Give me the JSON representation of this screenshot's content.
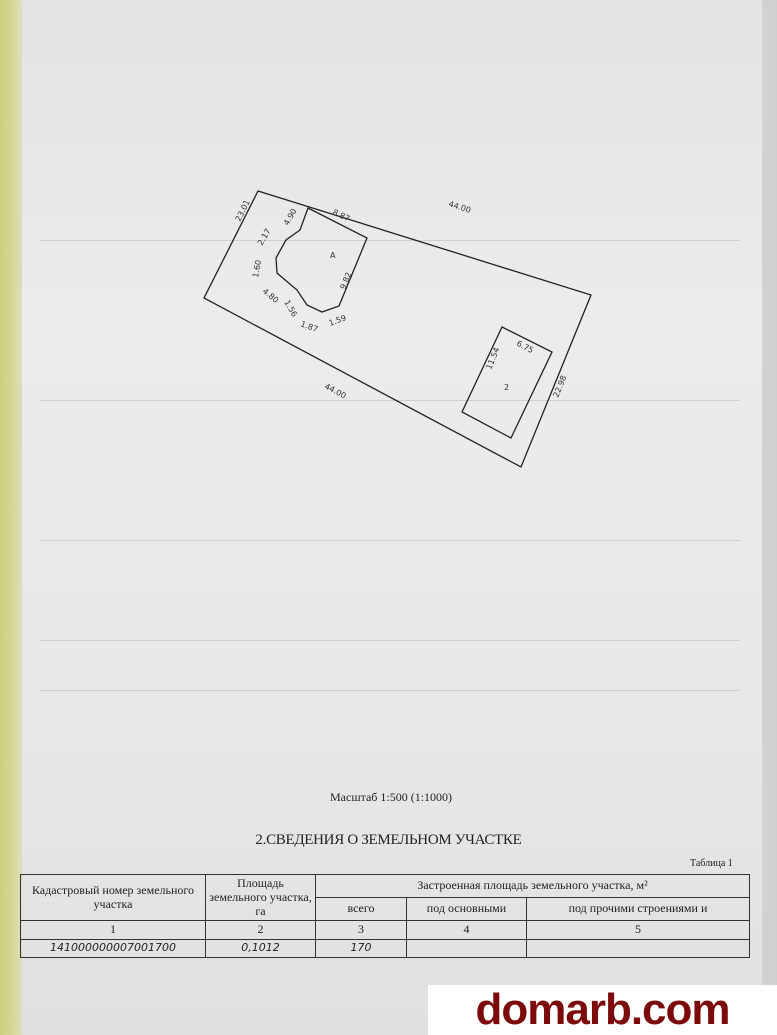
{
  "plan": {
    "labels": {
      "top_side": "44.00",
      "bottom_side": "44.00",
      "left_side": "23.01",
      "right_side": "22.98",
      "building_a": "А",
      "building_2": "2",
      "a_dims": [
        "8.87",
        "9.82",
        "4.90",
        "2.17",
        "1.60",
        "4.80",
        "1.56",
        "1.87",
        "1.59"
      ],
      "b_dims": [
        "6.75",
        "11.54"
      ]
    }
  },
  "scale": "Масштаб 1:500 (1:1000)",
  "section_title": "2.СВЕДЕНИЯ О ЗЕМЕЛЬНОМ УЧАСТКЕ",
  "table": {
    "caption": "Таблица 1",
    "headers": {
      "cadastral": "Кадастровый номер земельного участка",
      "area": "Площадь земельного участка, га",
      "built_area": "Застроенная площадь земельного участка, м²",
      "total": "всего",
      "col4": "под основными",
      "col5": "под прочими строениями и"
    },
    "numbers": [
      "1",
      "2",
      "3",
      "4",
      "5"
    ],
    "row": {
      "cadastral": "141000000007001700",
      "area": "0,1012",
      "total": "170"
    }
  },
  "watermark": "domarb.com"
}
